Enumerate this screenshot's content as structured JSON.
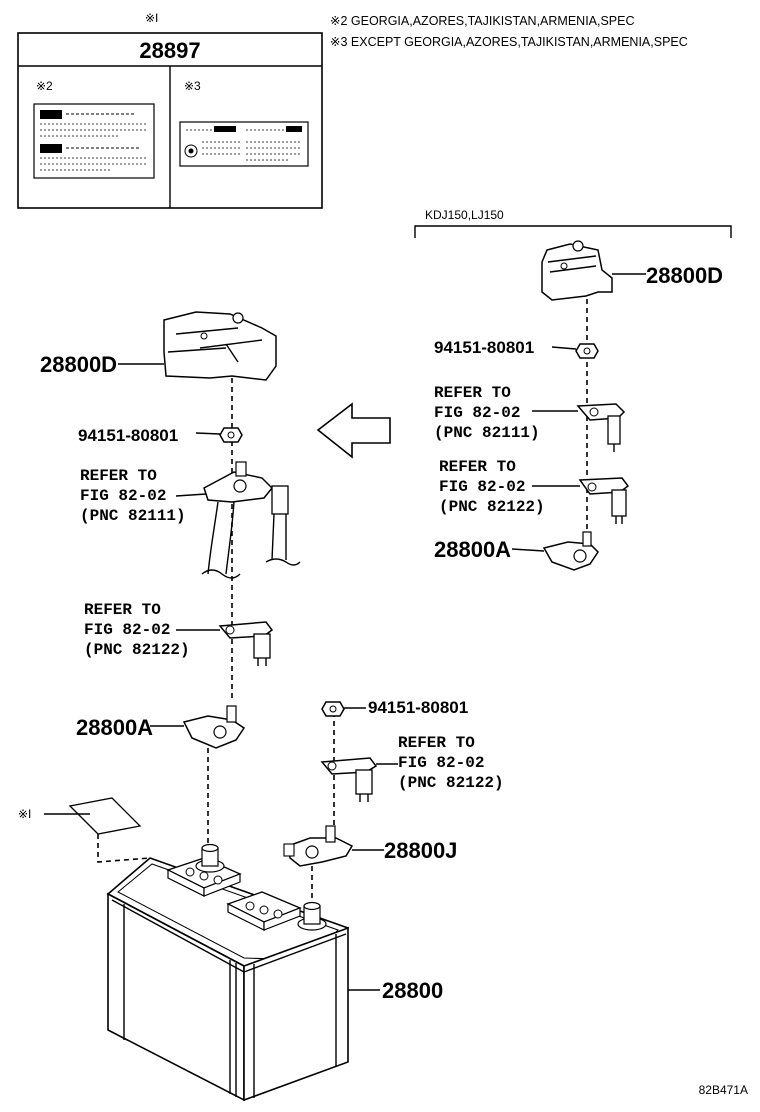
{
  "notes": {
    "mark1": "※I",
    "note2": "※2 GEORGIA,AZORES,TAJIKISTAN,ARMENIA,SPEC",
    "note3": "※3 EXCEPT GEORGIA,AZORES,TAJIKISTAN,ARMENIA,SPEC"
  },
  "label_box": {
    "part_number": "28897",
    "left_mark": "※2",
    "right_mark": "※3"
  },
  "variant": {
    "label": "KDJ150,LJ150"
  },
  "parts": {
    "cover_right": "28800D",
    "nut_right": "94151-80801",
    "ref_a_right": [
      "REFER TO",
      "FIG 82-02",
      "(PNC 82111)"
    ],
    "ref_b_right": [
      "REFER TO",
      "FIG 82-02",
      "(PNC 82122)"
    ],
    "clamp_right": "28800A",
    "cover_left": "28800D",
    "nut_left": "94151-80801",
    "ref_a_left": [
      "REFER TO",
      "FIG 82-02",
      "(PNC 82111)"
    ],
    "ref_b_left": [
      "REFER TO",
      "FIG 82-02",
      "(PNC 82122)"
    ],
    "clamp_left": "28800A",
    "nut_bottom": "94151-80801",
    "ref_b_bottom": [
      "REFER TO",
      "FIG 82-02",
      "(PNC 82122)"
    ],
    "clamp_bottom": "28800J",
    "battery": "28800",
    "label_mark": "※I"
  },
  "footer": {
    "code": "82B471A"
  }
}
